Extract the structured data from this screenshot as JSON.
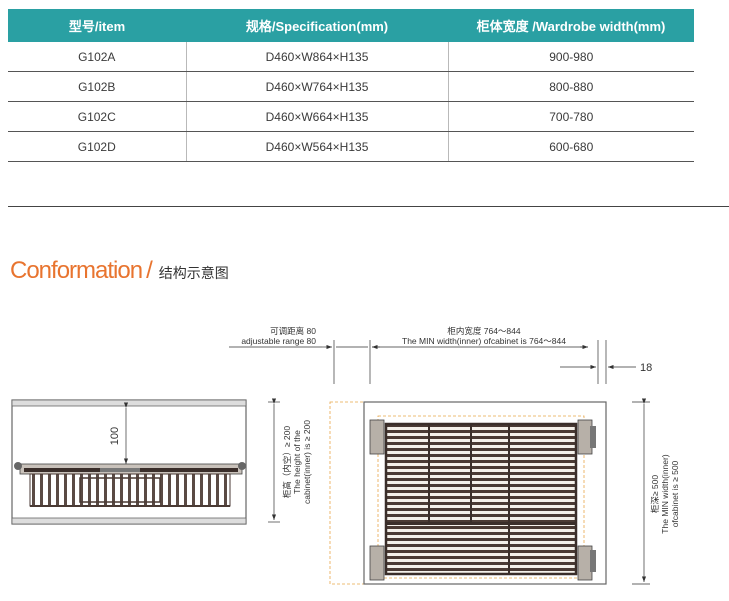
{
  "colors": {
    "accent": "#2aa0a3",
    "heading": "#e8742f"
  },
  "table": {
    "headers": [
      "型号/item",
      "规格/Specification(mm)",
      "柜体宽度 /Wardrobe width(mm)"
    ],
    "rows": [
      [
        "G102A",
        "D460×W864×H135",
        "900-980"
      ],
      [
        "G102B",
        "D460×W764×H135",
        "800-880"
      ],
      [
        "G102C",
        "D460×W664×H135",
        "700-780"
      ],
      [
        "G102D",
        "D460×W564×H135",
        "600-680"
      ]
    ]
  },
  "section": {
    "title_en": "Conformation",
    "slash": "/",
    "title_cn": "结构示意图"
  },
  "diagram": {
    "adjustable_cn": "可调距离 80",
    "adjustable_en": "adjustable range 80",
    "inner_width_cn": "柜内宽度 764～844",
    "inner_width_en": "The MIN width(inner) ofcabinet is 764～844",
    "side_gap": "18",
    "height_100": "100",
    "height_cn": "柜高（内空）≥ 200",
    "height_en1": "The height of the",
    "height_en2": "cabinet(inner) is ≥ 200",
    "depth_cn": "柜深≥ 500",
    "depth_en1": "The MIN width(inner)",
    "depth_en2": "ofcabinet is ≥ 500"
  }
}
